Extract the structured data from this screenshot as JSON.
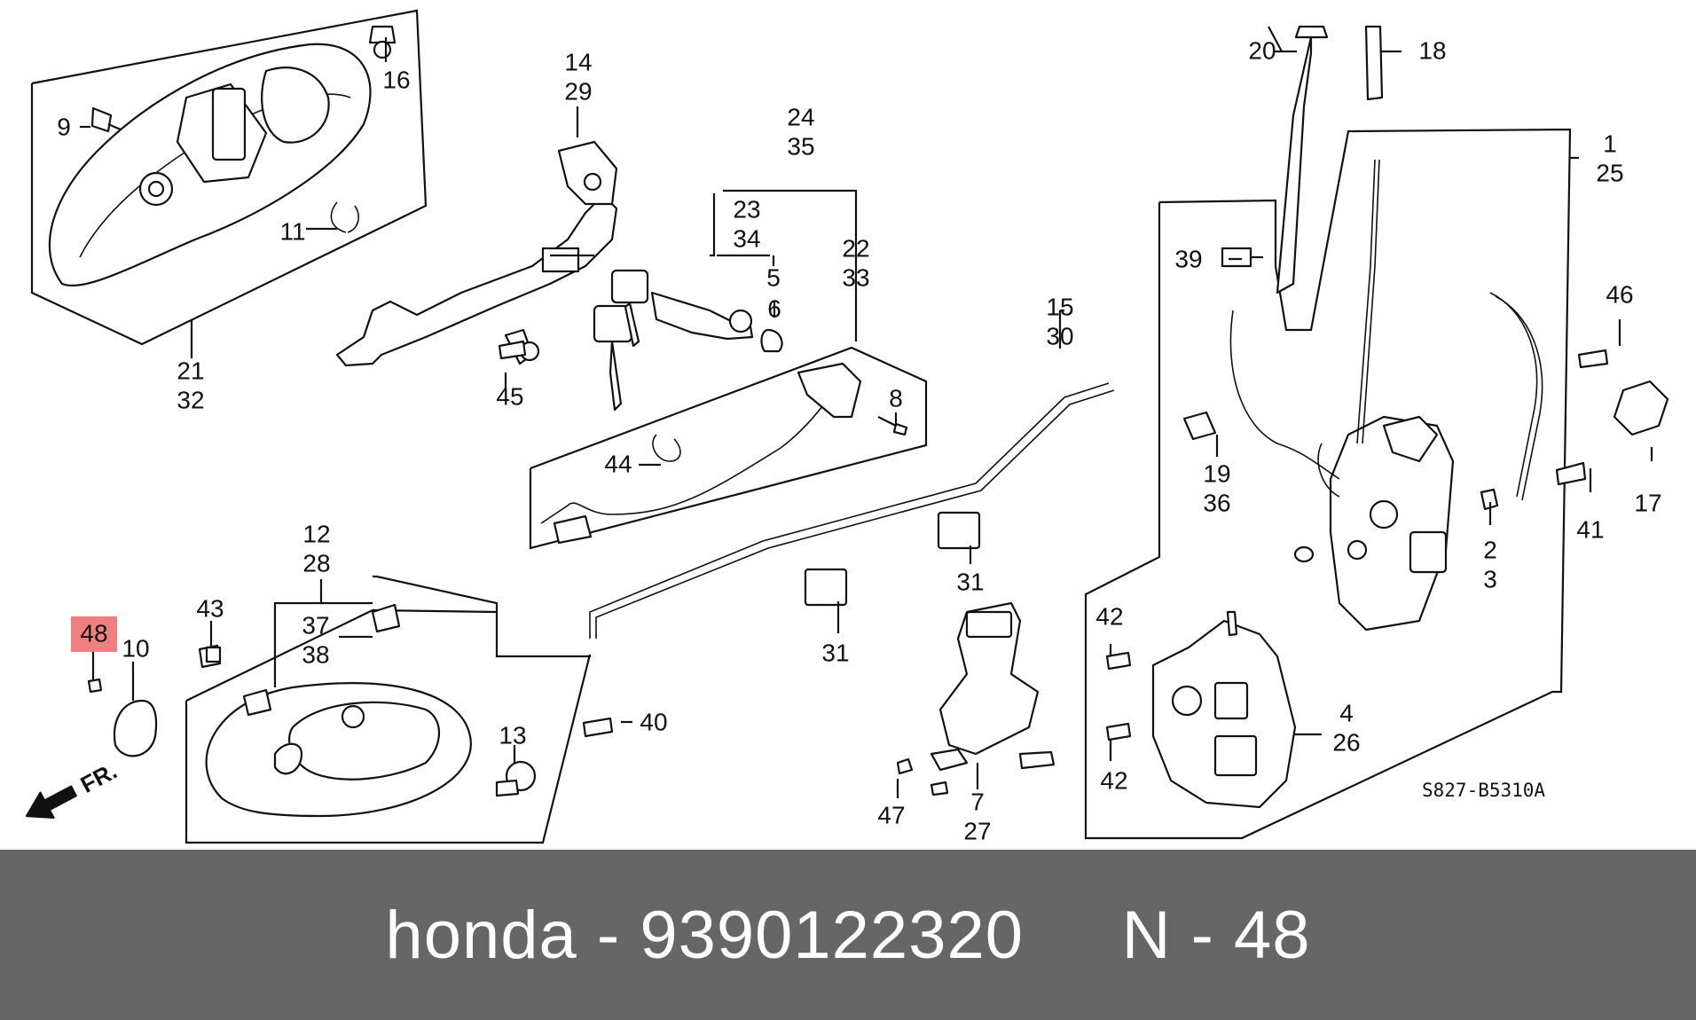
{
  "diagram": {
    "code": "S827-B5310A",
    "direction_label": "FR.",
    "highlight_color": "#f08080",
    "highlighted_callout": "48",
    "callouts": [
      {
        "id": "c-1-25",
        "lines": [
          "1",
          "25"
        ]
      },
      {
        "id": "c-2-3",
        "lines": [
          "2",
          "3"
        ]
      },
      {
        "id": "c-4-26",
        "lines": [
          "4",
          "26"
        ]
      },
      {
        "id": "c-5",
        "lines": [
          "5"
        ]
      },
      {
        "id": "c-6",
        "lines": [
          "6"
        ]
      },
      {
        "id": "c-7-27",
        "lines": [
          "7",
          "27"
        ]
      },
      {
        "id": "c-8",
        "lines": [
          "8"
        ]
      },
      {
        "id": "c-9",
        "lines": [
          "9"
        ]
      },
      {
        "id": "c-10",
        "lines": [
          "10"
        ]
      },
      {
        "id": "c-11",
        "lines": [
          "11"
        ]
      },
      {
        "id": "c-12-28",
        "lines": [
          "12",
          "28"
        ]
      },
      {
        "id": "c-13",
        "lines": [
          "13"
        ]
      },
      {
        "id": "c-14-29",
        "lines": [
          "14",
          "29"
        ]
      },
      {
        "id": "c-15-30",
        "lines": [
          "15",
          "30"
        ]
      },
      {
        "id": "c-16",
        "lines": [
          "16"
        ]
      },
      {
        "id": "c-17",
        "lines": [
          "17"
        ]
      },
      {
        "id": "c-18",
        "lines": [
          "18"
        ]
      },
      {
        "id": "c-19-36",
        "lines": [
          "19",
          "36"
        ]
      },
      {
        "id": "c-20",
        "lines": [
          "20"
        ]
      },
      {
        "id": "c-21-32",
        "lines": [
          "21",
          "32"
        ]
      },
      {
        "id": "c-22-33",
        "lines": [
          "22",
          "33"
        ]
      },
      {
        "id": "c-23-34",
        "lines": [
          "23",
          "34"
        ]
      },
      {
        "id": "c-24-35",
        "lines": [
          "24",
          "35"
        ]
      },
      {
        "id": "c-31a",
        "lines": [
          "31"
        ]
      },
      {
        "id": "c-31b",
        "lines": [
          "31"
        ]
      },
      {
        "id": "c-37-38",
        "lines": [
          "37",
          "38"
        ]
      },
      {
        "id": "c-39",
        "lines": [
          "39"
        ]
      },
      {
        "id": "c-40",
        "lines": [
          "40"
        ]
      },
      {
        "id": "c-41",
        "lines": [
          "41"
        ]
      },
      {
        "id": "c-42a",
        "lines": [
          "42"
        ]
      },
      {
        "id": "c-42b",
        "lines": [
          "42"
        ]
      },
      {
        "id": "c-43",
        "lines": [
          "43"
        ]
      },
      {
        "id": "c-44",
        "lines": [
          "44"
        ]
      },
      {
        "id": "c-45",
        "lines": [
          "45"
        ]
      },
      {
        "id": "c-46",
        "lines": [
          "46"
        ]
      },
      {
        "id": "c-47",
        "lines": [
          "47"
        ]
      },
      {
        "id": "c-48",
        "lines": [
          "48"
        ]
      }
    ]
  },
  "footer": {
    "brand": "honda",
    "separator1": " - ",
    "part_number": "9390122320",
    "gap": "     ",
    "position_label": "N",
    "separator2": " - ",
    "position_number": "48"
  }
}
